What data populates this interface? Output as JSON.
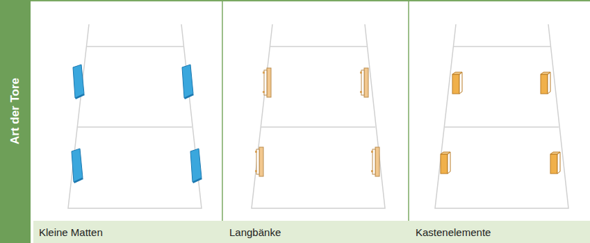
{
  "diagram": {
    "nodes": [
      {
        "text": [
          "Art der Tore"
        ]
      },
      {
        "text": [
          "Kleine Matten"
        ]
      },
      {
        "text": [
          "Langbänke"
        ]
      },
      {
        "text": [
          "Kastenelemente"
        ]
      }
    ]
  }
}
